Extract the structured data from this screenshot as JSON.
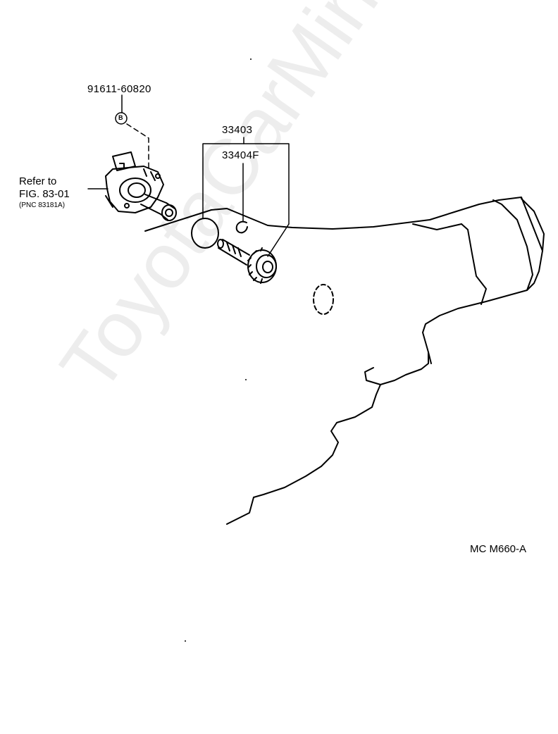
{
  "part_labels": {
    "bolt_part_number": "91611-60820",
    "bolt_circle_letter": "B",
    "assembly_part_number": "33403",
    "sub_part_number": "33404F"
  },
  "reference": {
    "line1": "Refer to",
    "line2": "FIG. 83-01",
    "line3": "(PNC 83181A)"
  },
  "figure_code": "MC M660-A",
  "watermark": "ToyotaCarMine.ru"
}
